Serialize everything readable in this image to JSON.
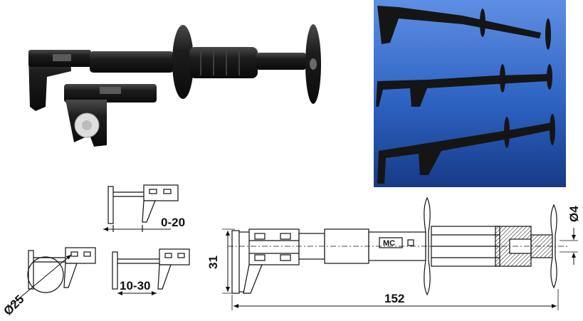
{
  "dimensions": {
    "clamp_range_1": "0-20",
    "clamp_range_2": "10-30",
    "diameter_clamp": "Ø25",
    "height": "31",
    "length": "152",
    "tip_diameter": "Ø4"
  },
  "brand_mark": "MC",
  "colors": {
    "probe_body": "#1c1c1c",
    "photo_background": "#2d62c2",
    "drawing_line": "#111111"
  }
}
